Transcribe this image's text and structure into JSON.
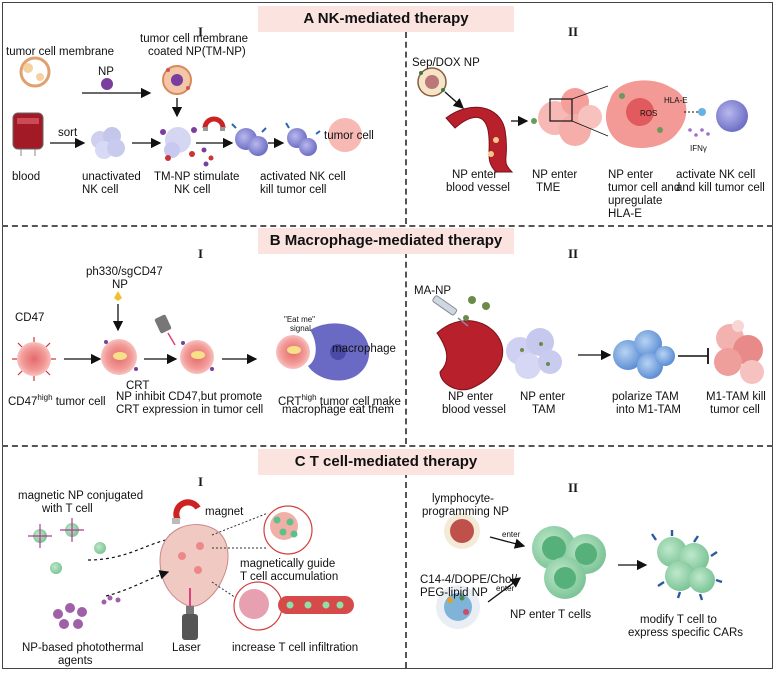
{
  "panel_a": {
    "title": "A  NK-mediated therapy",
    "left": {
      "numeral": "I",
      "labels": {
        "tumor_cell_membrane": "tumor cell membrane",
        "np": "NP",
        "tm_np_line1": "tumor cell membrane",
        "tm_np_line2": "coated NP(TM-NP)",
        "sort": "sort",
        "tumor_cell": "tumor cell",
        "blood": "blood",
        "unactivated_line1": "unactivated",
        "unactivated_line2": "NK cell",
        "stimulate_line1": "TM-NP stimulate",
        "stimulate_line2": "NK cell",
        "activated_line1": "activated NK cell",
        "activated_line2": "kill tumor cell"
      }
    },
    "right": {
      "numeral": "II",
      "labels": {
        "sep_dox_np": "Sep/DOX NP",
        "hla_e": "HLA-E",
        "ros": "ROS",
        "ifn": "IFNγ",
        "enter_vessel_line1": "NP enter",
        "enter_vessel_line2": "blood vessel",
        "enter_tme_line1": "NP enter",
        "enter_tme_line2": "TME",
        "enter_tumor_line1": "NP enter",
        "enter_tumor_line2": "tumor cell and",
        "enter_tumor_line3": "upregulate",
        "enter_tumor_line4": "HLA-E",
        "activate_nk_line1": "activate NK cell",
        "activate_nk_line2": "and kill tumor cell"
      }
    }
  },
  "panel_b": {
    "title": "B  Macrophage-mediated therapy",
    "left": {
      "numeral": "I",
      "labels": {
        "ph330_line1": "ph330/sgCD47",
        "ph330_line2": "NP",
        "cd47": "CD47",
        "crt": "CRT",
        "eat_me_line1": "\"Eat me\"",
        "eat_me_line2": "signal",
        "macrophage": "macrophage",
        "cd47_high_a": "CD47",
        "cd47_high_sup": "high",
        "cd47_high_b": " tumor cell",
        "np_inhibit_line1": "NP inhibit CD47,but promote",
        "np_inhibit_line2": "CRT expression in tumor cell",
        "crt_high_a": "CRT",
        "crt_high_sup": "high",
        "crt_high_b": " tumor cell make",
        "crt_high_line2": "macrophage eat them"
      }
    },
    "right": {
      "numeral": "II",
      "labels": {
        "ma_np": "MA-NP",
        "enter_vessel_line1": "NP enter",
        "enter_vessel_line2": "blood vessel",
        "enter_tam_line1": "NP enter",
        "enter_tam_line2": "TAM",
        "polarize_line1": "polarize TAM",
        "polarize_line2": "into M1-TAM",
        "m1_line1": "M1-TAM kill",
        "m1_line2": "tumor cell"
      }
    }
  },
  "panel_c": {
    "title": "C  T cell-mediated therapy",
    "left": {
      "numeral": "I",
      "labels": {
        "magnetic_np_line1": "magnetic NP conjugated",
        "magnetic_np_line2": "with T cell",
        "magnet": "magnet",
        "guide_line1": "magnetically guide",
        "guide_line2": "T cell accumulation",
        "photothermal_line1": "NP-based photothermal",
        "photothermal_line2": "agents",
        "laser": "Laser",
        "infiltration": "increase T cell infiltration"
      }
    },
    "right": {
      "numeral": "II",
      "labels": {
        "lympho_line1": "lymphocyte-",
        "lympho_line2": "programming NP",
        "enter1": "enter",
        "c14_line1": "C14-4/DOPE/Chol/",
        "c14_line2": "PEG-lipid NP",
        "enter2": "enter",
        "np_enter_t": "NP enter  T cells",
        "modify_line1": "modify T cell to",
        "modify_line2": "express specific CARs"
      }
    }
  },
  "colors": {
    "banner": "#fbe3e0",
    "tumor": "#f09a96",
    "tumor_core": "#e05a5e",
    "nk_cell": "#8f8fd6",
    "blood": "#b0202a",
    "t_cell": "#8fd1a8",
    "macrophage": "#6a6ac4",
    "tam": "#7aa6e0"
  }
}
